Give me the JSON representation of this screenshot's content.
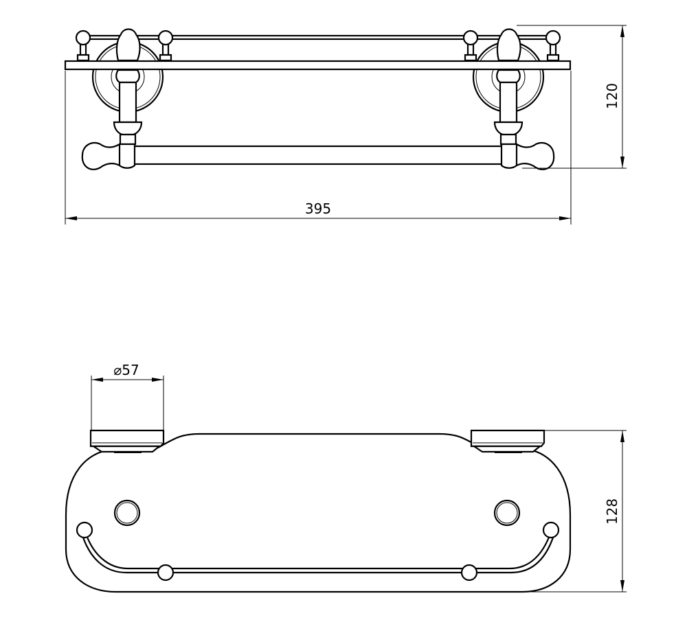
{
  "drawing": {
    "views": [
      {
        "name": "front-view",
        "description": "Front elevation of glass shelf with gallery rail and towel bar"
      },
      {
        "name": "top-view",
        "description": "Plan view of shelf with wall mounts and curved rail"
      }
    ],
    "dimensions": {
      "overall_width": "395",
      "front_height": "120",
      "mount_diameter": "⌀57",
      "depth": "128"
    },
    "colors": {
      "line": "#000000",
      "background": "#ffffff"
    }
  }
}
